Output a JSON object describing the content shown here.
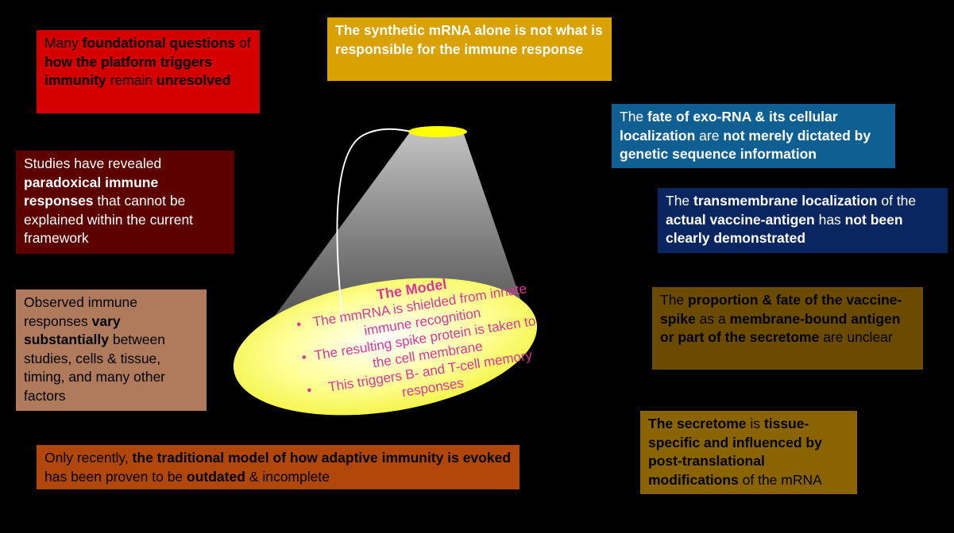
{
  "boxes": {
    "foundational": {
      "parts": [
        "Many ",
        "foundational questions",
        " of ",
        "how the platform triggers immunity",
        " remain ",
        "unresolved"
      ],
      "color": "#d40000"
    },
    "synthetic": {
      "text": "The synthetic mRNA alone is not what is responsible for the immune response",
      "color": "#d9a200"
    },
    "fate": {
      "parts": [
        "The ",
        "fate of exo-RNA & its cellular localization",
        " are ",
        "not merely dictated by genetic sequence information"
      ],
      "color": "#0f5f93"
    },
    "studies": {
      "parts": [
        "Studies have revealed ",
        "paradoxical immune responses",
        " that cannot be explained within the current framework"
      ],
      "color": "#5c0000"
    },
    "transmembrane": {
      "parts": [
        "The ",
        "transmembrane localization",
        " of the ",
        "actual vaccine-antigen",
        " has ",
        "not been clearly demonstrated"
      ],
      "color": "#0a2661"
    },
    "observed": {
      "parts": [
        "Observed immune responses ",
        "vary substantially",
        " between studies, cells & tissue, timing, and many other factors"
      ],
      "color": "#b07a5c"
    },
    "proportion": {
      "parts": [
        "The ",
        "proportion & fate of the vaccine-spike",
        " as a ",
        "membrane-bound antigen or part of the secretome",
        " are unclear"
      ],
      "color": "#6b4b00"
    },
    "secretome": {
      "parts": [
        "The secretome",
        " is ",
        "tissue-specific and influenced by post-translational modifications",
        " of the mRNA"
      ],
      "color": "#8a6400"
    },
    "only_recently": {
      "parts": [
        "Only recently, ",
        "the traditional model of how adaptive immunity is evoked",
        " has been proven to be ",
        "outdated",
        " & incomplete"
      ],
      "color": "#b2470c"
    }
  },
  "model": {
    "title": "The Model",
    "bullet": "•",
    "items": [
      "The mmRNA is shielded from innate immune recognition",
      "The resulting spike protein is taken to the cell membrane",
      "This triggers B- and T-cell memory responses"
    ],
    "text_color": "#e0349a",
    "ellipse_color": "#ffff66"
  }
}
